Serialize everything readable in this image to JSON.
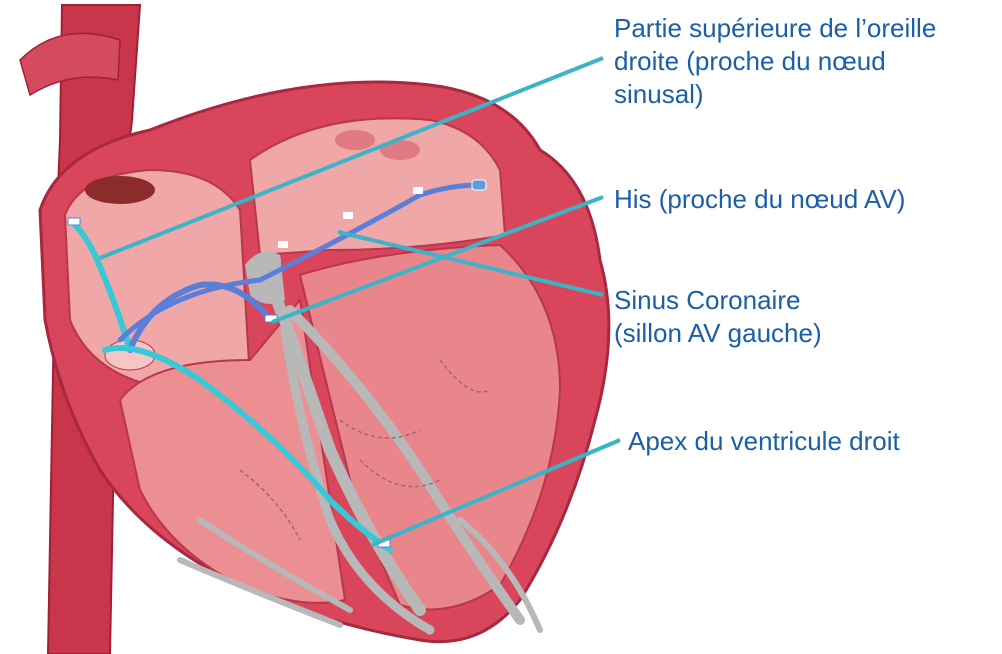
{
  "labels": {
    "upper_right_atrium": {
      "line1": "Partie supérieure de l’oreille",
      "line2": "droite (proche du nœud",
      "line3": "sinusal)"
    },
    "his": {
      "line1": "His (proche du nœud AV)"
    },
    "coronary_sinus": {
      "line1": "Sinus Coronaire",
      "line2": "(sillon AV gauche)"
    },
    "rv_apex": {
      "line1": "Apex du ventricule droit"
    }
  },
  "colors": {
    "label_text": "#1a5fa8",
    "leader_line": "#3bb4c8",
    "heart_wall": "#d9455a",
    "heart_inner": "#f0a7a7",
    "lead_cyan": "#39c9d6",
    "lead_blue": "#5b7fd9",
    "conduction_gray": "#b8b8b8"
  }
}
